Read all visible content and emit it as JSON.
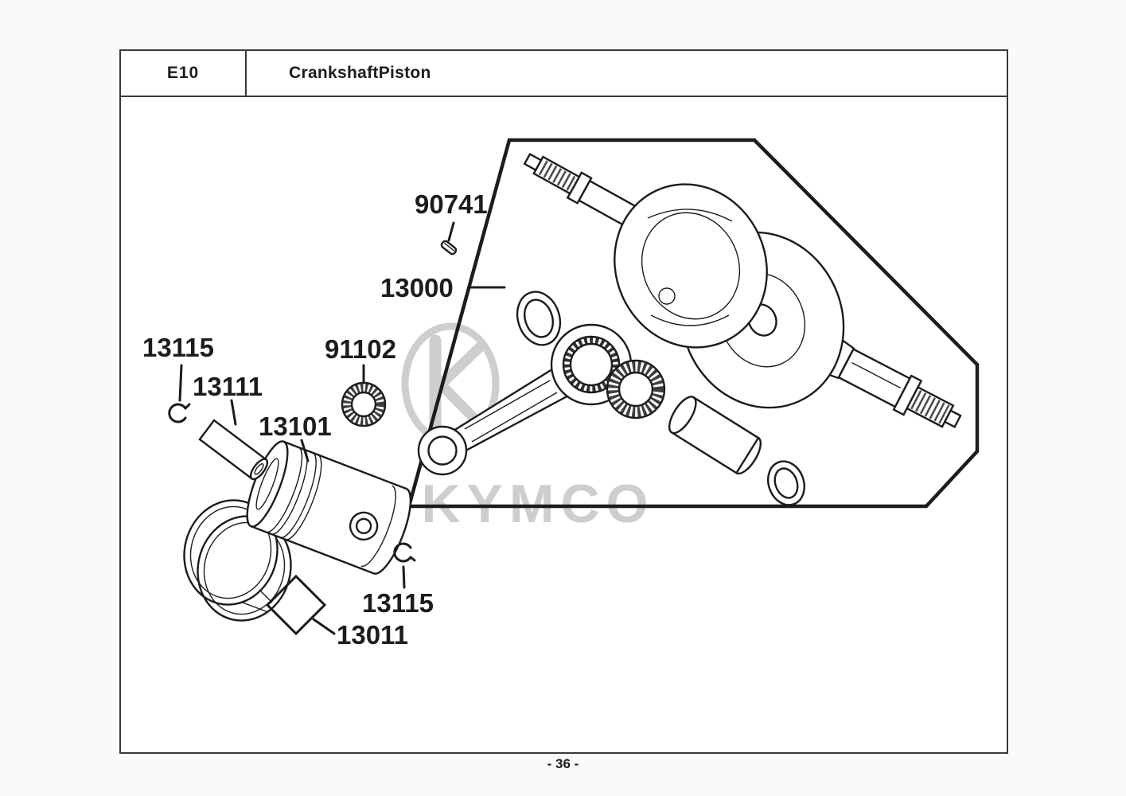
{
  "header": {
    "section_code": "E10",
    "title": "CrankshaftPiston"
  },
  "footer": {
    "page_number": "- 36 -"
  },
  "diagram": {
    "watermark_brand": "KYMCO",
    "part_labels": [
      {
        "id": "90741",
        "text": "90741",
        "part": "woodruff-key"
      },
      {
        "id": "13000",
        "text": "13000",
        "part": "crankshaft-assembly"
      },
      {
        "id": "13115-a",
        "text": "13115",
        "part": "piston-pin-circlip-top"
      },
      {
        "id": "13111",
        "text": "13111",
        "part": "piston-pin"
      },
      {
        "id": "91102",
        "text": "91102",
        "part": "small-end-needle-bearing"
      },
      {
        "id": "13101",
        "text": "13101",
        "part": "piston"
      },
      {
        "id": "13115-b",
        "text": "13115",
        "part": "piston-pin-circlip-bottom"
      },
      {
        "id": "13011",
        "text": "13011",
        "part": "piston-ring-set"
      }
    ],
    "colors": {
      "line": "#1c1c1c",
      "watermark": "#c9c9c9",
      "paper": "#ffffff",
      "page_bg": "#fafafa"
    }
  }
}
